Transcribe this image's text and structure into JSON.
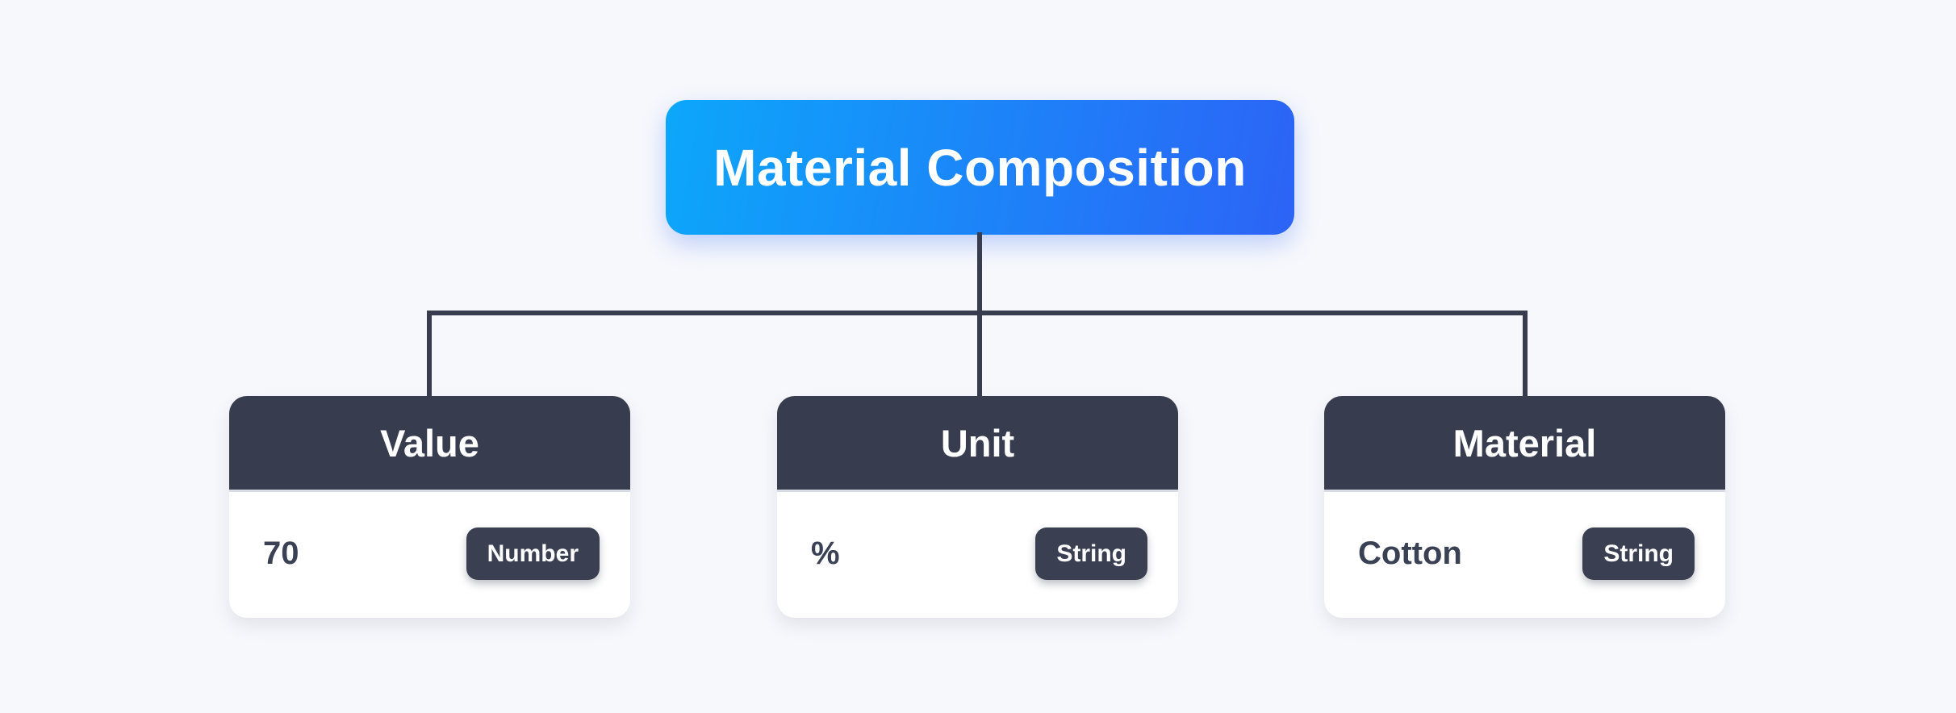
{
  "diagram": {
    "root": {
      "label": "Material Composition"
    },
    "children": [
      {
        "title": "Value",
        "value": "70",
        "type": "Number"
      },
      {
        "title": "Unit",
        "value": "%",
        "type": "String"
      },
      {
        "title": "Material",
        "value": "Cotton",
        "type": "String"
      }
    ],
    "colors": {
      "background": "#F7F8FC",
      "node_header": "#373D4F",
      "connector": "#373D4F",
      "badge": "#3A4052",
      "value_text": "#3A4155",
      "root_gradient_start": "#0CA7FB",
      "root_gradient_end": "#2C63F6"
    }
  }
}
